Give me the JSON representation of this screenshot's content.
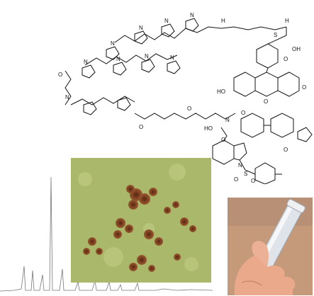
{
  "structure": {
    "atoms": {
      "N": "N",
      "H": "H",
      "O": "O",
      "S": "S",
      "HO": "HO",
      "OH": "OH"
    },
    "groups": {
      "carboxyl": "OH",
      "sulfonyl": "S",
      "sulfonyl_oxygens": "O"
    }
  },
  "photos": {
    "micrograph": {
      "description_icon": "cell-micrograph",
      "colors": {
        "background": "#a9b86a",
        "stain": "#7a3a1c"
      }
    },
    "hand_vial": {
      "description_icon": "hand-holding-vial",
      "colors": {
        "skin": "#e9a98a",
        "background": "#c59a78"
      }
    }
  },
  "spectrum": {
    "color": "#777777"
  }
}
